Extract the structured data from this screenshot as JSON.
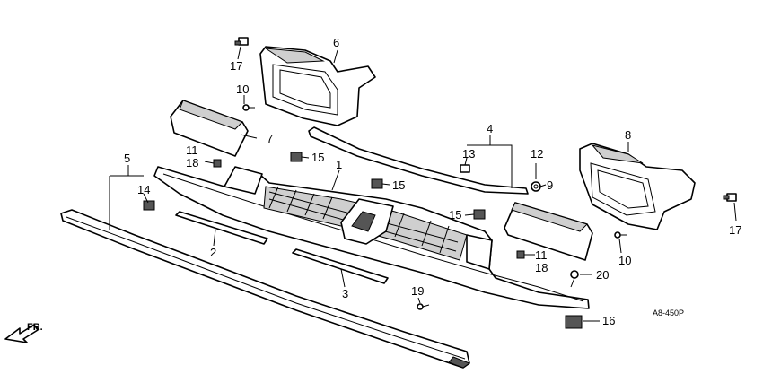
{
  "diagram": {
    "callouts": [
      {
        "id": "c1",
        "text": "1"
      },
      {
        "id": "c2",
        "text": "2"
      },
      {
        "id": "c3",
        "text": "3"
      },
      {
        "id": "c4",
        "text": "4"
      },
      {
        "id": "c5",
        "text": "5"
      },
      {
        "id": "c6",
        "text": "6"
      },
      {
        "id": "c7",
        "text": "7"
      },
      {
        "id": "c8",
        "text": "8"
      },
      {
        "id": "c9",
        "text": "9"
      },
      {
        "id": "c10a",
        "text": "10"
      },
      {
        "id": "c10b",
        "text": "10"
      },
      {
        "id": "c11a",
        "text": "11"
      },
      {
        "id": "c11b",
        "text": "11"
      },
      {
        "id": "c12",
        "text": "12"
      },
      {
        "id": "c13",
        "text": "13"
      },
      {
        "id": "c14",
        "text": "14"
      },
      {
        "id": "c15a",
        "text": "15"
      },
      {
        "id": "c15b",
        "text": "15"
      },
      {
        "id": "c15c",
        "text": "15"
      },
      {
        "id": "c16",
        "text": "16"
      },
      {
        "id": "c17a",
        "text": "17"
      },
      {
        "id": "c17b",
        "text": "17"
      },
      {
        "id": "c18a",
        "text": "18"
      },
      {
        "id": "c18b",
        "text": "18"
      },
      {
        "id": "c19",
        "text": "19"
      },
      {
        "id": "c20",
        "text": "20"
      }
    ],
    "direction_label": "FR.",
    "diagram_code": "A8-450P"
  }
}
